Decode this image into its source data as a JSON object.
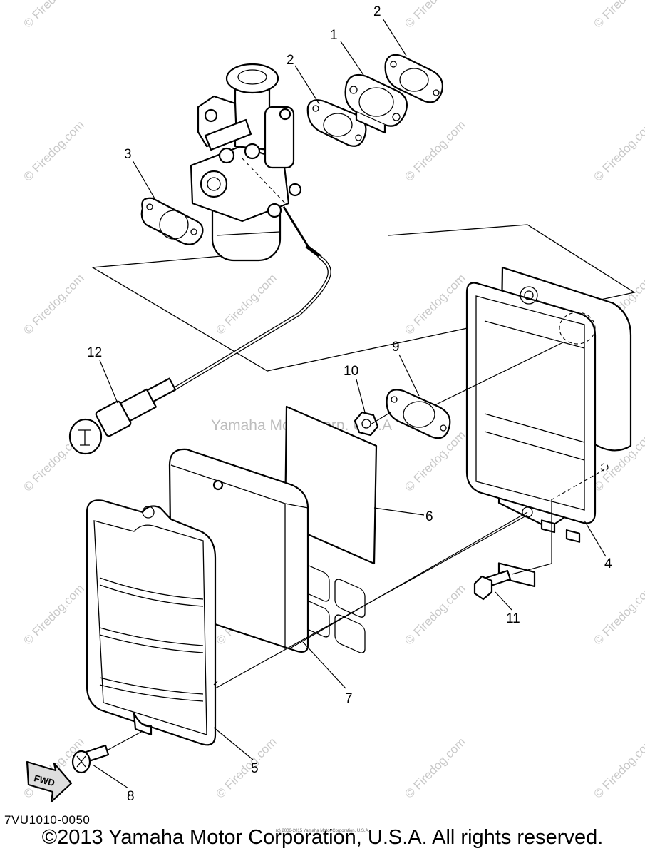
{
  "diagram": {
    "diagram_code": "7VU1010-0050",
    "copyright": "©2013 Yamaha Motor Corporation, U.S.A. All rights reserved.",
    "small_copyright": "(c) 2006-2015 Yamaha Motor Corporation, U.S.A.",
    "watermark": "© Firedog.com",
    "center_watermark": "Yamaha Motor Corp. U.S.A",
    "fwd_label": "FWD",
    "callouts": [
      "1",
      "2",
      "2",
      "3",
      "4",
      "5",
      "6",
      "7",
      "8",
      "9",
      "10",
      "11",
      "12"
    ]
  }
}
